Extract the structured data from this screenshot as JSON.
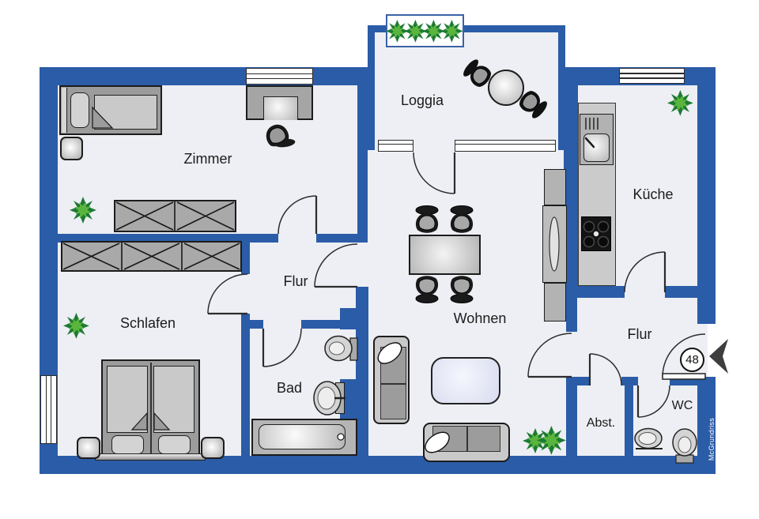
{
  "plan": {
    "rooms": {
      "zimmer": "Zimmer",
      "loggia": "Loggia",
      "kueche": "Küche",
      "flur_upper": "Flur",
      "wohnen": "Wohnen",
      "schlafen": "Schlafen",
      "bad": "Bad",
      "abst": "Abst.",
      "wc": "WC",
      "flur_lower": "Flur"
    },
    "entrance": {
      "unit_number": "48"
    },
    "watermark": "McGrundriss",
    "colors": {
      "wall": "#2b5ca7",
      "floor": "#edeff4",
      "furn": "#9c9c9c",
      "furn_light": "#c9c9c9",
      "lavender": "#d8dbef",
      "plant_dark": "#1e7a33",
      "plant_light": "#5ab53e"
    }
  }
}
